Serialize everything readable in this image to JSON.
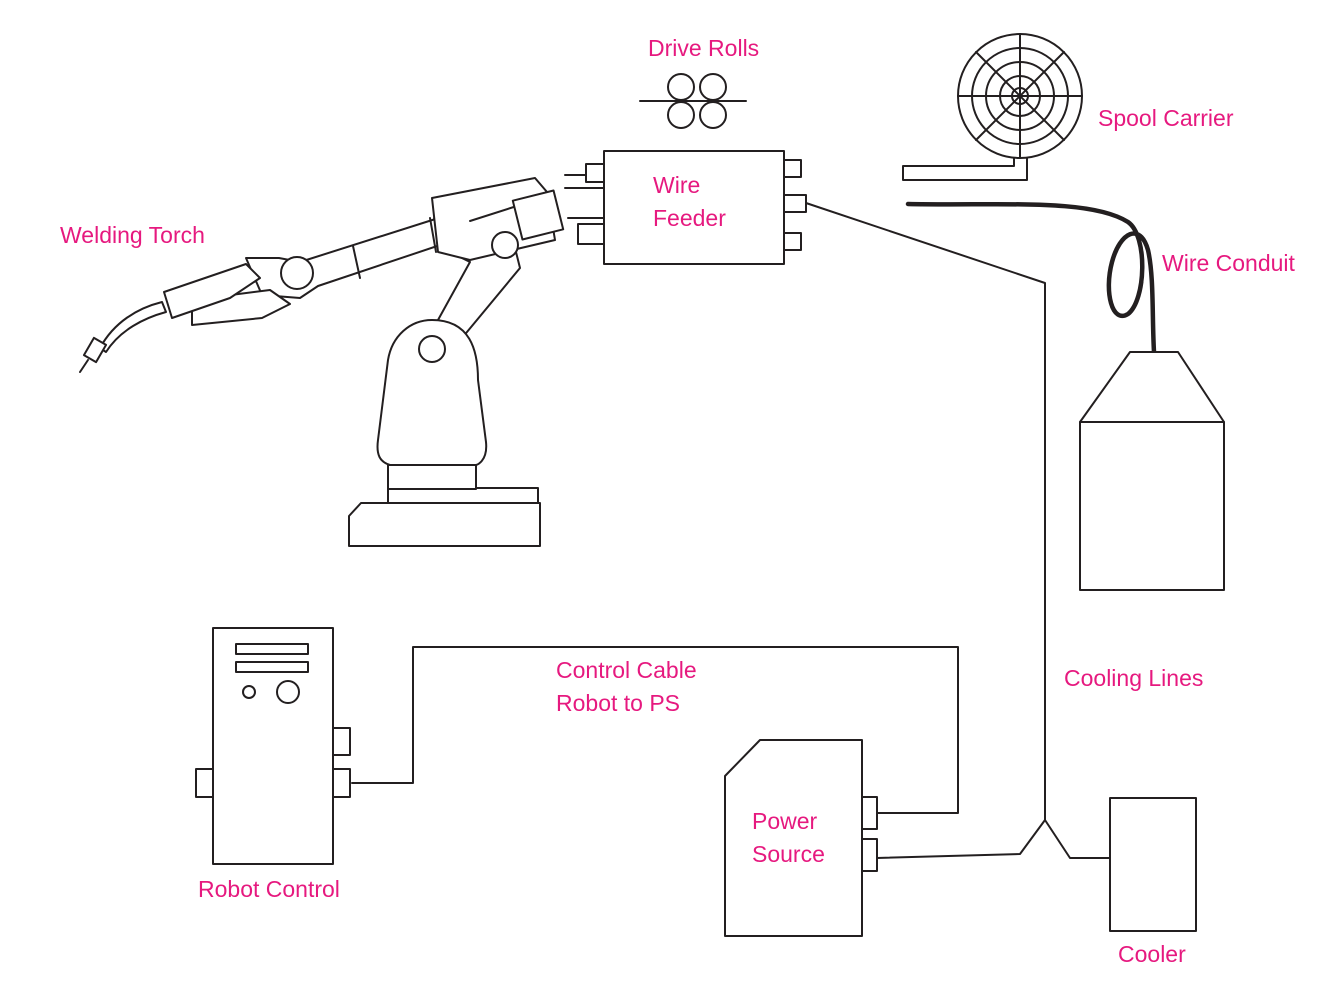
{
  "colors": {
    "label": "#e6197f",
    "stroke": "#231f20",
    "background": "#ffffff"
  },
  "labels": {
    "drive_rolls": "Drive Rolls",
    "spool_carrier": "Spool Carrier",
    "wire_feeder_line1": "Wire",
    "wire_feeder_line2": "Feeder",
    "welding_torch": "Welding Torch",
    "wire_conduit": "Wire Conduit",
    "control_cable_line1": "Control Cable",
    "control_cable_line2": "Robot to PS",
    "cooling_lines": "Cooling Lines",
    "power_source_line1": "Power",
    "power_source_line2": "Source",
    "robot_control": "Robot Control",
    "cooler": "Cooler"
  }
}
